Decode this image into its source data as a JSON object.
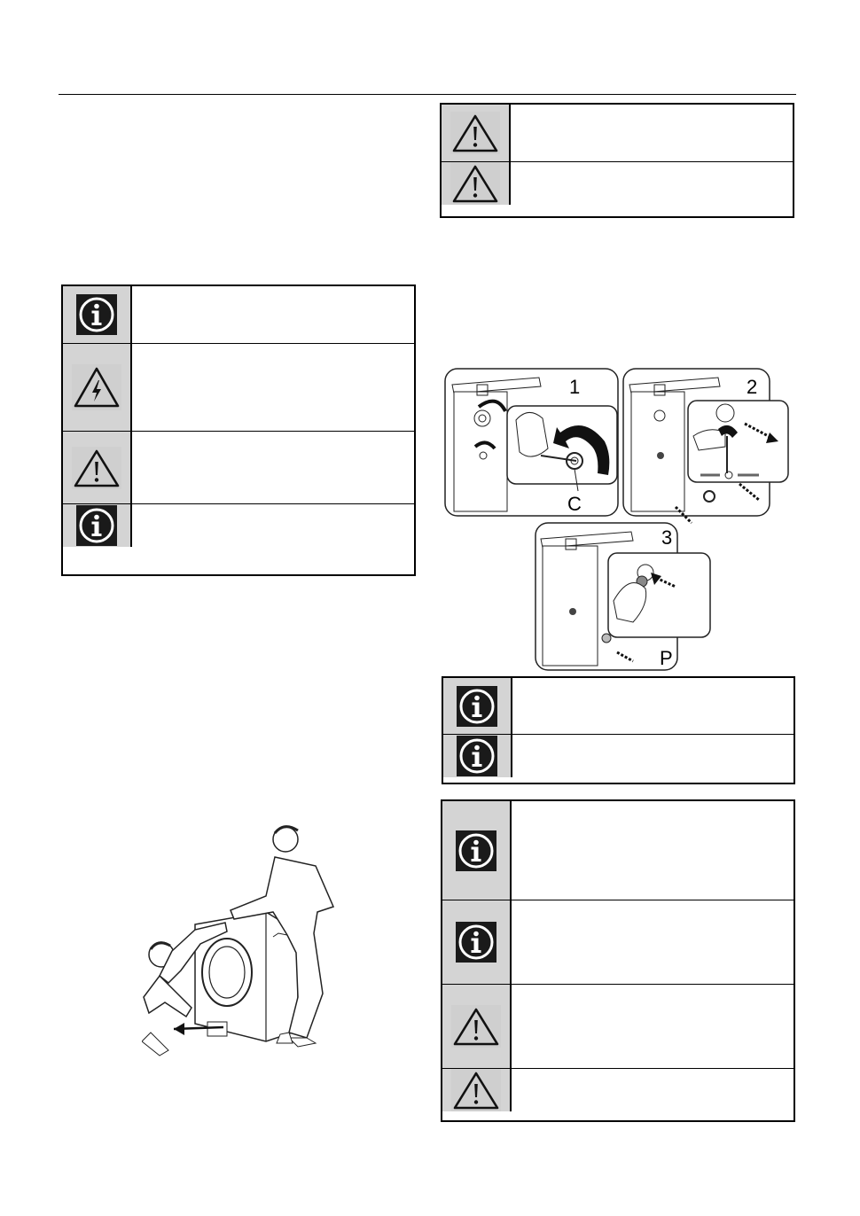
{
  "figure_labels": {
    "step1": "1",
    "step2": "2",
    "step3": "3",
    "cap_c": "C",
    "cap_p": "P"
  },
  "tables": {
    "left": [
      {
        "icon": "info-icon"
      },
      {
        "icon": "electric-hazard-icon"
      },
      {
        "icon": "warning-icon"
      },
      {
        "icon": "info-icon"
      }
    ],
    "right_top": [
      {
        "icon": "warning-icon"
      },
      {
        "icon": "warning-icon"
      }
    ],
    "right_mid": [
      {
        "icon": "info-icon"
      },
      {
        "icon": "info-icon"
      }
    ],
    "right_bottom": [
      {
        "icon": "info-icon"
      },
      {
        "icon": "info-icon"
      },
      {
        "icon": "warning-icon"
      },
      {
        "icon": "warning-icon"
      }
    ]
  }
}
